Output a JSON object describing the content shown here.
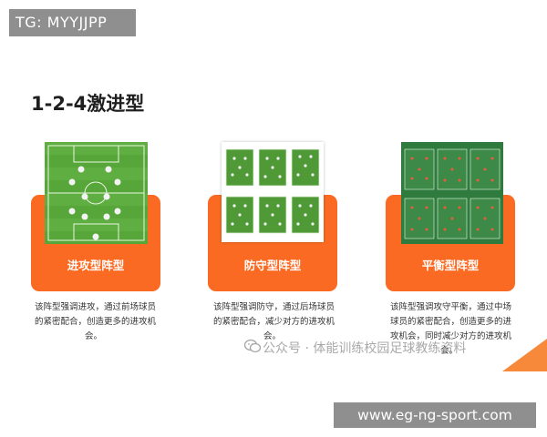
{
  "tg_label": "TG: MYYJJPP",
  "title": "1-2-4激进型",
  "cards": [
    {
      "label": "进攻型阵型",
      "description": [
        "该阵型强调进攻，通过前场球员",
        "的紧密配合，创造更多的进攻机",
        "会。"
      ]
    },
    {
      "label": "防守型阵型",
      "description": [
        "该阵型强调防守，通过后场球员",
        "的紧密配合，减少对方的进攻机",
        "会。"
      ]
    },
    {
      "label": "平衡型阵型",
      "description": [
        "该阵型强调攻守平衡，通过中场",
        "球员的紧密配合，创造更多的进",
        "攻机会，同时减少对方的进攻机",
        "会。"
      ]
    }
  ],
  "watermark": "公众号 · 体能训练校园足球教练资料",
  "url": "www.eg-ng-sport.com",
  "colors": {
    "card_orange": "#fb6a22",
    "pitch_green": "#56a63a",
    "pitch_dark_green": "#2f7a3d",
    "corner_accent": "#f78a3a"
  }
}
